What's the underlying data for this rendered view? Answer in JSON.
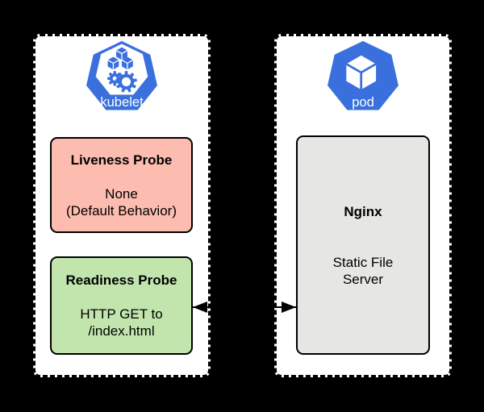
{
  "canvas": {
    "background": "#000000",
    "container_fill": "#ffffff",
    "border_color": "#000000"
  },
  "colors": {
    "kubernetes_blue": "#3a70dd",
    "liveness_fill": "#fcbcb0",
    "readiness_fill": "#c2e5ae",
    "nginx_fill": "#e6e6e4"
  },
  "kubelet_panel": {
    "icon": "kubernetes-kubelet-icon",
    "icon_label": "kubelet",
    "liveness_box": {
      "title": "Liveness Probe",
      "lines": [
        "None",
        "(Default Behavior)"
      ]
    },
    "readiness_box": {
      "title": "Readiness Probe",
      "lines": [
        "HTTP GET to",
        "/index.html"
      ]
    }
  },
  "pod_panel": {
    "icon": "kubernetes-pod-icon",
    "icon_label": "pod",
    "nginx_box": {
      "title": "Nginx",
      "lines": [
        "Static File",
        "Server"
      ]
    }
  },
  "arrow": {
    "type": "double-headed",
    "connects": [
      "readiness_box",
      "nginx_box"
    ],
    "color": "#000000"
  }
}
